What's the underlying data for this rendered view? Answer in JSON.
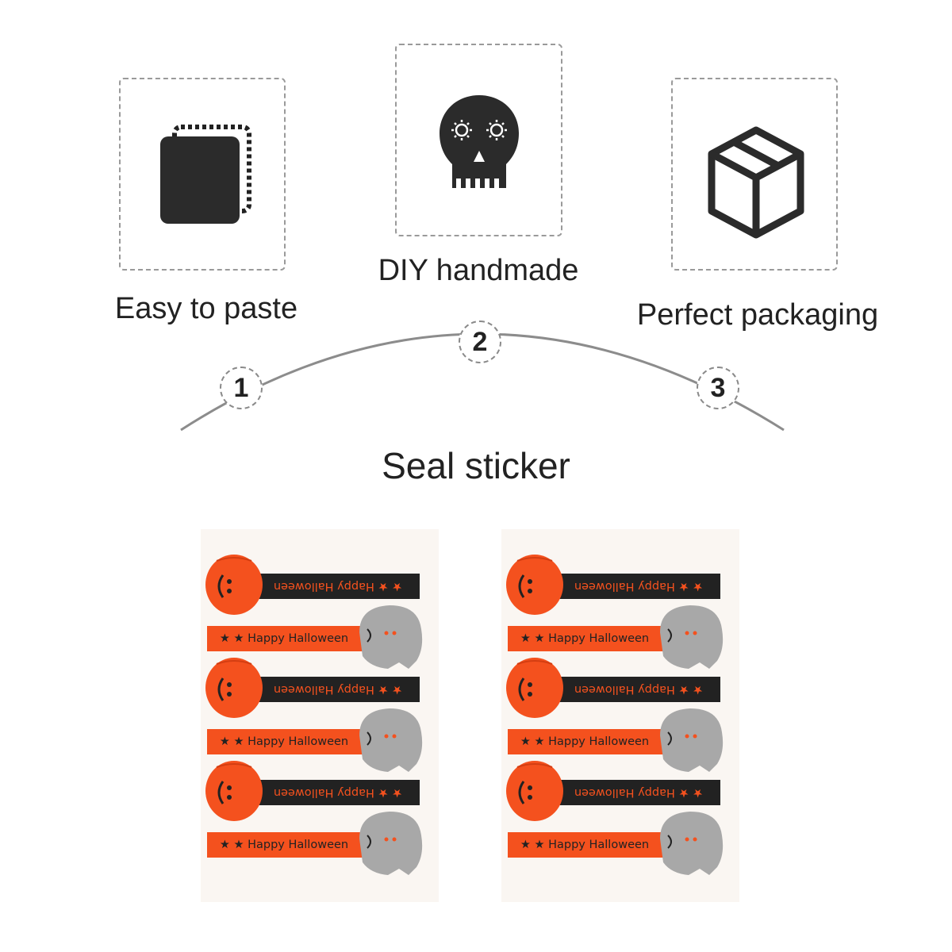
{
  "features": [
    {
      "label": "Easy to paste",
      "number": "1",
      "icon": "paste-icon"
    },
    {
      "label": "DIY handmade",
      "number": "2",
      "icon": "skull-icon"
    },
    {
      "label": "Perfect packaging",
      "number": "3",
      "icon": "box-icon"
    }
  ],
  "product": {
    "title": "Seal sticker",
    "sticker_text": "Happy Halloween",
    "stars": "★ ★",
    "colors": {
      "orange": "#f4511e",
      "black": "#222222",
      "ghost": "#a8a8a8",
      "sheet": "#faf6f2"
    }
  }
}
